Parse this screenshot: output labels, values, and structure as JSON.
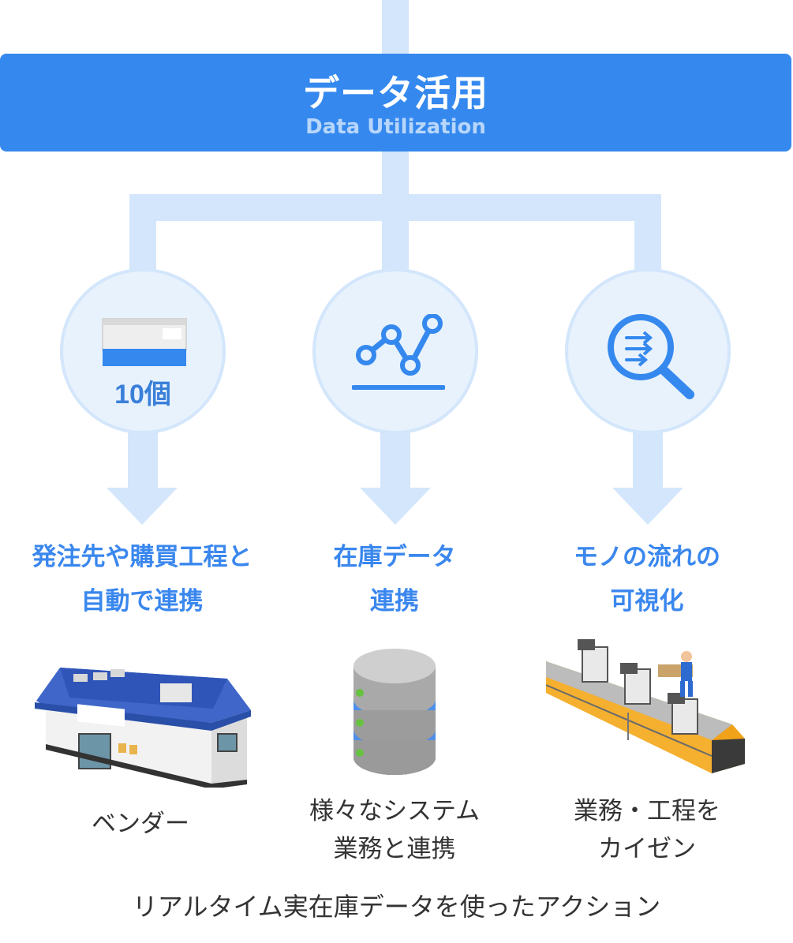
{
  "banner": {
    "title": "データ活用",
    "subtitle": "Data Utilization"
  },
  "columns": [
    {
      "icon": "card-icon",
      "circle_label": "10個",
      "heading_lines": [
        "発注先や購買工程と",
        "自動で連携"
      ],
      "illustration": "store-building-illustration",
      "caption_lines": [
        "ベンダー"
      ]
    },
    {
      "icon": "line-chart-icon",
      "circle_label": "",
      "heading_lines": [
        "在庫データ",
        "連携"
      ],
      "illustration": "database-server-illustration",
      "caption_lines": [
        "様々なシステム",
        "業務と連携"
      ]
    },
    {
      "icon": "magnifier-flow-icon",
      "circle_label": "",
      "heading_lines": [
        "モノの流れの",
        "可視化"
      ],
      "illustration": "factory-conveyor-illustration",
      "caption_lines": [
        "業務・工程を",
        "カイゼン"
      ]
    }
  ],
  "footer": "リアルタイム実在庫データを使ったアクション",
  "colors": {
    "primary": "#3589ee",
    "connector": "#d3e6fb",
    "circle_fill": "#e8f2fd",
    "heading_text": "#3a87ee"
  }
}
